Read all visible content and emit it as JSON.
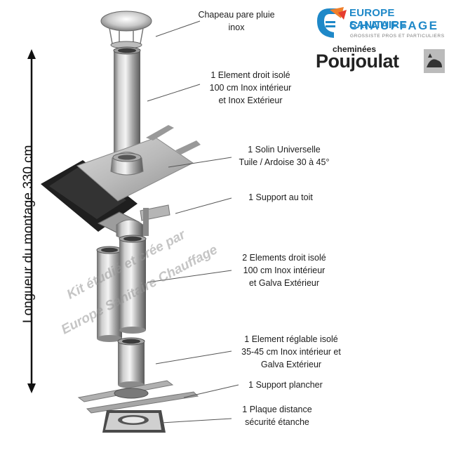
{
  "labels": {
    "chapeau": [
      "Chapeau pare pluie",
      "inox"
    ],
    "element_droit_1": [
      "1 Element droit isolé",
      "100 cm Inox intérieur",
      "et Inox Extérieur"
    ],
    "solin": [
      "1 Solin Universelle",
      "Tuile / Ardoise 30 à 45°"
    ],
    "support_toit": [
      "1 Support au toit"
    ],
    "elements_droits_2": [
      "2 Elements droit isolé",
      "100 cm Inox intérieur",
      "et Galva Extérieur"
    ],
    "element_reglable": [
      "1 Element réglable isolé",
      "35-45 cm Inox intérieur et",
      "Galva Extérieur"
    ],
    "support_plancher": [
      "1 Support plancher"
    ],
    "plaque": [
      "1 Plaque distance",
      "sécurité étanche"
    ]
  },
  "vertical_label": "Longueur du montage  330 cm",
  "watermark": [
    "Kit étudié et crée par",
    "Europe Sanitaire Chauffage"
  ],
  "logo_europe": {
    "line1": "EUROPE SANITAIRE",
    "line2": "CHAUFFAGE",
    "tagline": "GROSSISTE PROS ET PARTICULIERS",
    "icon": "es-swirl-logo-icon",
    "colors": {
      "blue": "#1e88c8",
      "orange": "#f07f2a",
      "red": "#e63c2f"
    }
  },
  "logo_poujoulat": {
    "line1": "cheminées",
    "line2": "Poujoulat",
    "icon": "cat-on-roof-icon"
  }
}
